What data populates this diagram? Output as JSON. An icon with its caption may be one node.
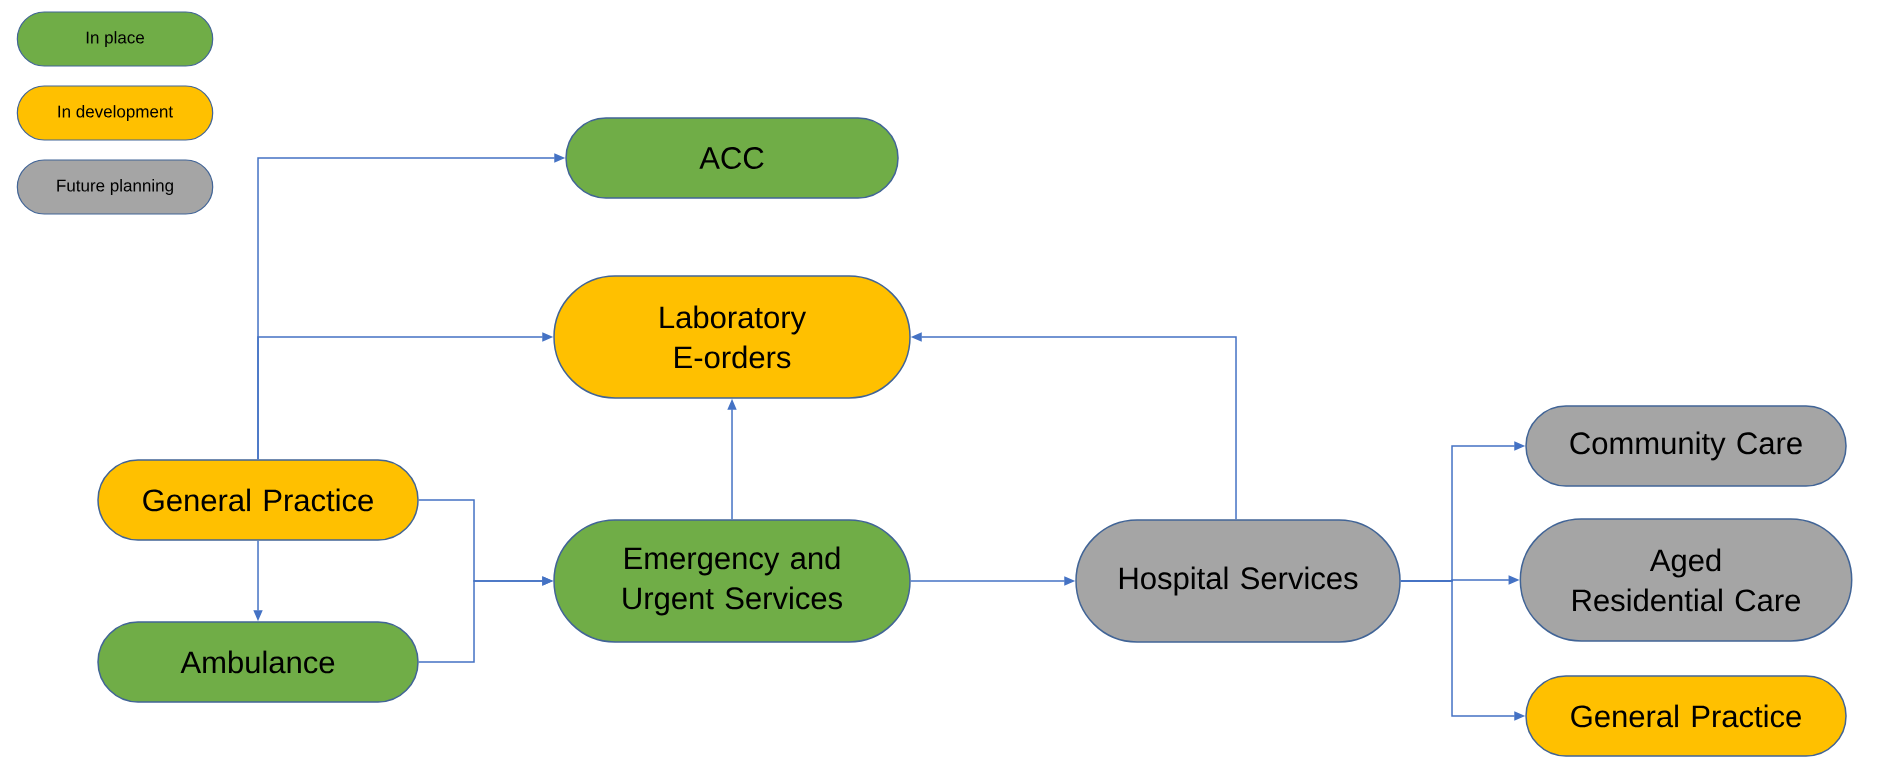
{
  "diagram": {
    "nodes": [
      {
        "text": [
          "ACC"
        ]
      },
      {
        "text": [
          "Laboratory E-orders"
        ]
      },
      {
        "text": [
          "General Practice"
        ]
      },
      {
        "text": [
          "Ambulance"
        ]
      },
      {
        "text": [
          "Emergency and Urgent Services"
        ]
      },
      {
        "text": [
          "Hospital Services"
        ]
      },
      {
        "text": [
          "Community Care"
        ]
      },
      {
        "text": [
          "Aged Residential Care"
        ]
      },
      {
        "text": [
          "General Practice"
        ]
      }
    ],
    "edges": [
      {
        "from": 2,
        "to": 0,
        "arrow": "to"
      },
      {
        "from": 2,
        "to": 1,
        "arrow": "to"
      },
      {
        "from": 2,
        "to": 3,
        "arrow": "to"
      },
      {
        "from": 2,
        "to": 4,
        "arrow": "to"
      },
      {
        "from": 3,
        "to": 4,
        "arrow": "to"
      },
      {
        "from": 4,
        "to": 1,
        "arrow": "to"
      },
      {
        "from": 4,
        "to": 5,
        "arrow": "to"
      },
      {
        "from": 5,
        "to": 1,
        "arrow": "to"
      },
      {
        "from": 5,
        "to": 6,
        "arrow": "to"
      },
      {
        "from": 5,
        "to": 7,
        "arrow": "to"
      },
      {
        "from": 5,
        "to": 8,
        "arrow": "to"
      }
    ],
    "legend": [
      {
        "text": "In place",
        "color": "#70ad47"
      },
      {
        "text": "In development",
        "color": "#ffc000"
      },
      {
        "text": "Future planning",
        "color": "#a5a5a5"
      }
    ]
  }
}
